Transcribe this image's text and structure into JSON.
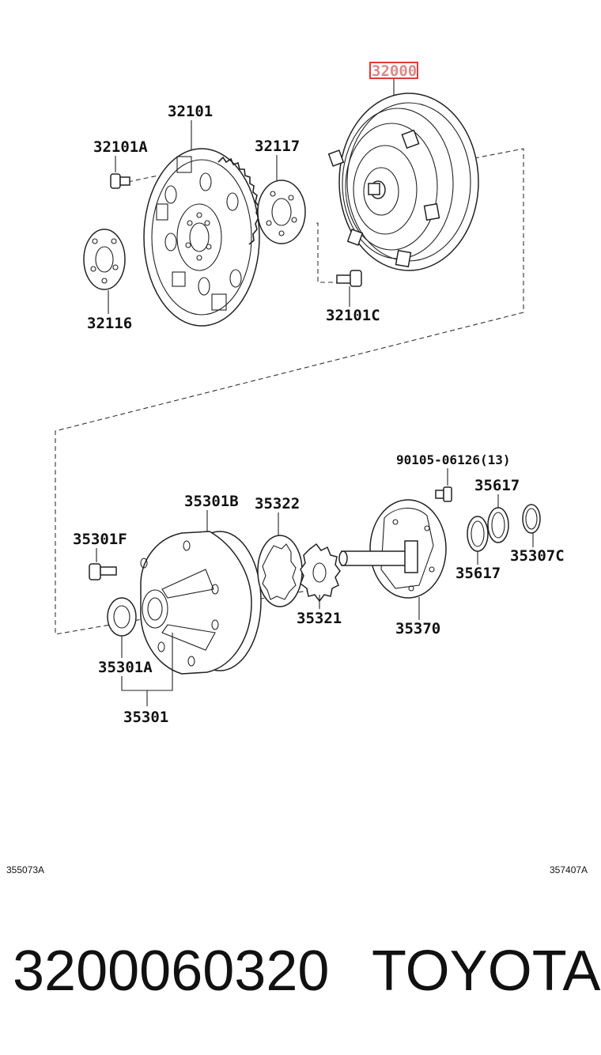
{
  "labels": {
    "converter": "32000",
    "drive_plate": "32101",
    "drive_plate_bolt": "32101A",
    "spacer": "32117",
    "plate": "32116",
    "converter_bolt": "32101C",
    "bolt": "90105-06126(13)",
    "ring_top": "35617",
    "ring_bottom": "35617",
    "ring_right": "35307C",
    "pump_body": "35301B",
    "pump_bolt": "35301F",
    "driven_gear": "35322",
    "drive_gear": "35321",
    "stator_shaft": "35370",
    "oil_seal": "35301A",
    "pump_assembly": "35301"
  },
  "codes": {
    "left": "355073A",
    "right": "357407A"
  },
  "footer": {
    "part_number": "3200060320",
    "brand": "TOYOTA"
  },
  "colors": {
    "highlight": "#e53935",
    "ink": "#222222"
  }
}
